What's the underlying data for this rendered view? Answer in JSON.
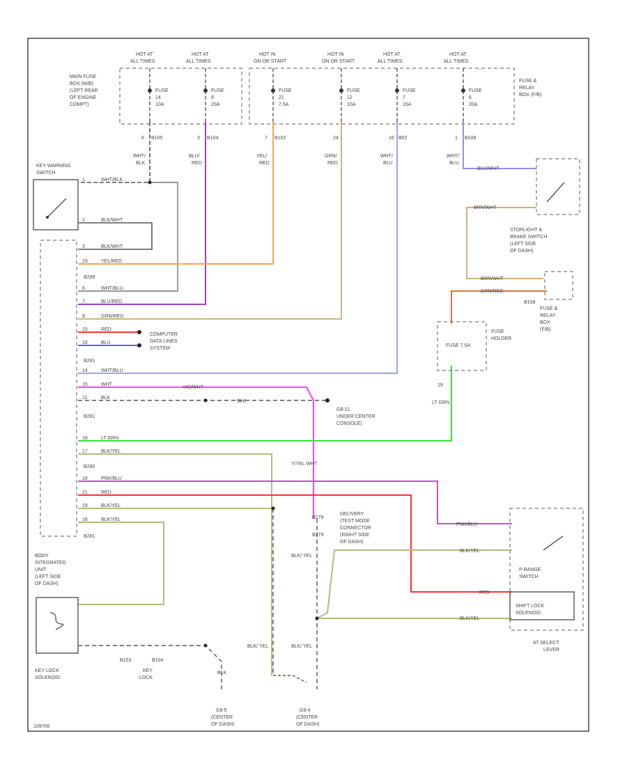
{
  "colors": {
    "wht_blk": "#555555",
    "blu_wht": "#9090f0",
    "yel_red": "#f5a84a",
    "blu_red": "#9b3fc0",
    "grn_red": "#c8b487",
    "red": "#ff3030",
    "blu": "#5a64f0",
    "wht_blu": "#a0a0f0",
    "vio_wht": "#ff40ff",
    "lt_grn": "#36e236",
    "blk_yel": "#b8b880",
    "pnk_blu": "#c050d0",
    "brn_wht": "#c8b080",
    "grn_red2": "#e07040"
  },
  "fuses": [
    {
      "hot": "HOT AT ALL TIMES",
      "fuse": "FUSE 14 10A",
      "pin": "6",
      "conn": "B105",
      "wire": "WHT/ BLK"
    },
    {
      "hot": "HOT AT ALL TIMES",
      "fuse": "FUSE 8 20A",
      "pin": "3",
      "conn": "B104",
      "wire": "BLU/ RED"
    },
    {
      "hot": "HOT IN ON OR START",
      "fuse": "FUSE 21 7.5A",
      "pin": "7",
      "conn": "B102",
      "wire": "YEL/ RED"
    },
    {
      "hot": "HOT IN ON OR START",
      "fuse": "FUSE 12 10A",
      "pin": "24",
      "conn": "",
      "wire": "GRN/ RED"
    },
    {
      "hot": "HOT AT ALL TIMES",
      "fuse": "FUSE 7 15A",
      "pin": "16",
      "conn": "B02",
      "wire": "WHT/ BLU"
    },
    {
      "hot": "HOT AT ALL TIMES",
      "fuse": "FUSE 6 20A",
      "pin": "1",
      "conn": "B108",
      "wire": "WHT/ BLU"
    }
  ],
  "labels": {
    "main_fuse_box": "MAIN FUSE BOX (M/B) (LEFT REAR OF ENGINE COMPT)",
    "fuse_relay_box_top": "FUSE & RELAY BOX (F/B)",
    "key_warning_switch": "KEY WARNING SWITCH",
    "stoplight_switch": "STOPLIGHT & BRAKE SWITCH (LEFT SIDE OF DASH)",
    "fuse_relay_box_mid": "FUSE & RELAY BOX (F/B)",
    "fuse_holder": "FUSE HOLDER",
    "fuse_holder_fuse": "FUSE 7.5A",
    "computer_data_lines": "COMPUTER DATA LINES SYSTEM",
    "ground_g8": "G8-11 UNDER CENTER CONSOLE)",
    "delivery_connector": "DELIVERY (TEST MODE CONNECTOR (RIGHT SIDE OF DASH)",
    "body_integrated_unit": "BODY INTEGRATED UNIT (LEFT SIDE OF DASH)",
    "key_lock_solenoid": "KEY LOCK SOLENOID",
    "key_lock": "KEY LOCK",
    "prange_switch": "P RANGE SWITCH",
    "shift_lock_solenoid": "SHIFT LOCK SOLENOID",
    "at_select_lever": "AT SELECT LEVER",
    "ground_left": "G8-5 (CENTER OF DASH)",
    "ground_right": "G8-4 (CENTER OF DASH)",
    "footer_code": "109706"
  },
  "bcu_pins": [
    {
      "pin": "1",
      "wire": "WHT/BLK"
    },
    {
      "pin": "2",
      "wire": "BLK/WHT"
    },
    {
      "pin": "3",
      "wire": "BLK/WHT"
    },
    {
      "pin": "23",
      "wire": "YEL/RED"
    },
    {
      "pin": "6",
      "wire": "WHT/BLU"
    },
    {
      "pin": "7",
      "wire": "BLU/RED"
    },
    {
      "pin": "8",
      "wire": "GRN/RED"
    },
    {
      "pin": "15",
      "wire": "RED"
    },
    {
      "pin": "16",
      "wire": "BLU"
    },
    {
      "pin": "14",
      "wire": "WHT/BLU"
    },
    {
      "pin": "15",
      "wire": "WHT"
    },
    {
      "pin": "11",
      "wire": "BLK"
    },
    {
      "pin": "16",
      "wire": "LT GRN"
    },
    {
      "pin": "17",
      "wire": "BLK/YEL"
    },
    {
      "pin": "18",
      "wire": "PNK/BLU"
    },
    {
      "pin": "21",
      "wire": "RED"
    },
    {
      "pin": "19",
      "wire": "BLK/YEL"
    },
    {
      "pin": "16",
      "wire": "BLK/YEL"
    }
  ],
  "conn_labels": [
    "B289",
    "B281",
    "B281",
    "B280",
    "B281"
  ],
  "misc_labels": {
    "vio_wht": "VIO/WHT",
    "blk_center": "BLK",
    "lt_grn": "LT GRN",
    "yel_wht": "Y/YEL WHT",
    "blk_yel_a": "BLK/ YEL",
    "blk_yel_b": "BLK/ YEL",
    "blk_yel_c": "BLK/ YEL",
    "blk_key": "BLK",
    "b103": "B103",
    "b104": "B104",
    "b108": "B108",
    "b279a": "B279",
    "b279b": "B279",
    "pnk_blu_r": "PNK/BLU",
    "blk_yel_r1": "BLK/YEL",
    "red_r": "RED",
    "blk_yel_r2": "BLK/YEL",
    "brn_wht": "BRN/WHT",
    "brn_wht2": "BRN/WHT",
    "grn_red": "GRN/RED",
    "blu_wht": "BLU/WHT",
    "pin_19": "19"
  }
}
